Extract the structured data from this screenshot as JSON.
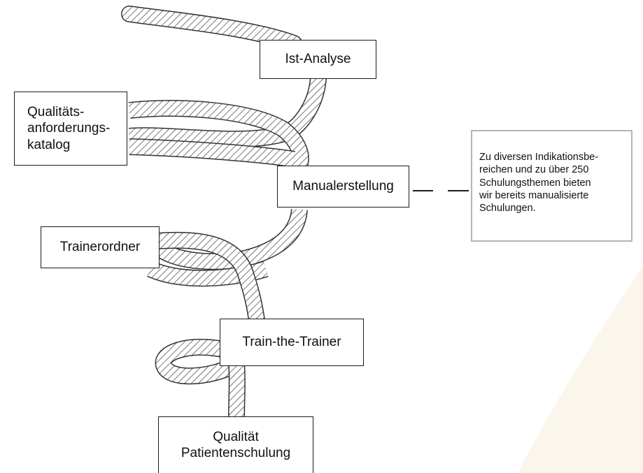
{
  "colors": {
    "box_border": "#1a1a1a",
    "note_border": "#b4b4b4",
    "rope_stroke": "#555555",
    "background_arc": "#fbf6ec"
  },
  "boxes": {
    "ist_analyse": "Ist-Analyse",
    "qualitaets_katalog": [
      "Qualitäts-",
      "anforderungs-",
      "katalog"
    ],
    "manualerstellung": "Manualerstellung",
    "trainerordner": "Trainerordner",
    "train_the_trainer": "Train-the-Trainer",
    "qualitaet_patientenschulung": [
      "Qualität",
      "Patientenschulung"
    ]
  },
  "note": {
    "lines": [
      "Zu diversen Indikationsbe-",
      "reichen und zu über 250",
      "Schulungsthemen bieten",
      "wir bereits manualisierte",
      "Schulungen."
    ]
  }
}
